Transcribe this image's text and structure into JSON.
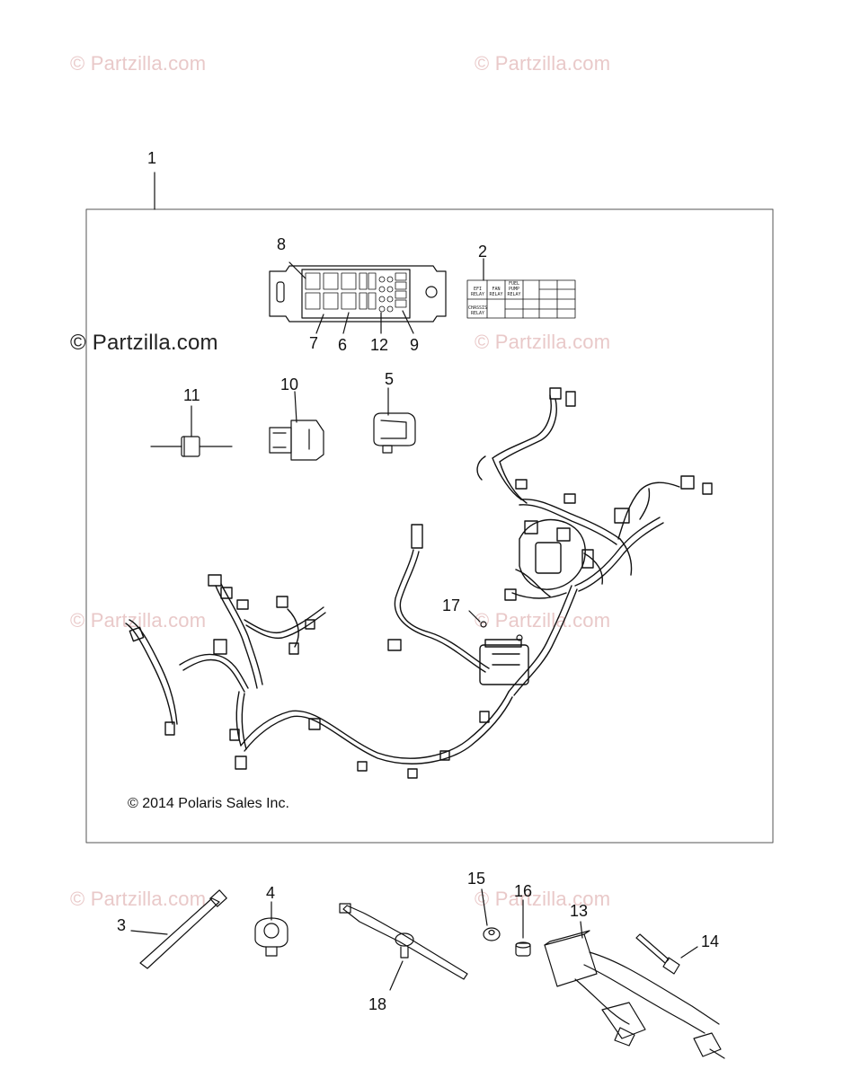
{
  "watermarks": [
    {
      "text": "© Partzilla.com",
      "style": "light"
    },
    {
      "text": "© Partzilla.com",
      "style": "light"
    },
    {
      "text": "© Partzilla.com",
      "style": "dark"
    },
    {
      "text": "© Partzilla.com",
      "style": "light"
    },
    {
      "text": "© Partzilla.com",
      "style": "light"
    },
    {
      "text": "© Partzilla.com",
      "style": "light"
    },
    {
      "text": "© Partzilla.com",
      "style": "light"
    },
    {
      "text": "© Partzilla.com",
      "style": "light"
    }
  ],
  "callouts": [
    "1",
    "2",
    "3",
    "4",
    "5",
    "6",
    "7",
    "8",
    "9",
    "10",
    "11",
    "12",
    "13",
    "14",
    "15",
    "16",
    "17",
    "18"
  ],
  "copyright": "© 2014 Polaris Sales Inc.",
  "fuse_label": {
    "efi_relay": "EFI RELAY",
    "fan_relay": "FAN RELAY",
    "fuel_pump_relay": "FUEL PUMP RELAY",
    "chassis_relay": "CHASSIS RELAY"
  },
  "colors": {
    "line": "#111111",
    "watermark": "#e9c9c9",
    "frame": "#555555"
  }
}
